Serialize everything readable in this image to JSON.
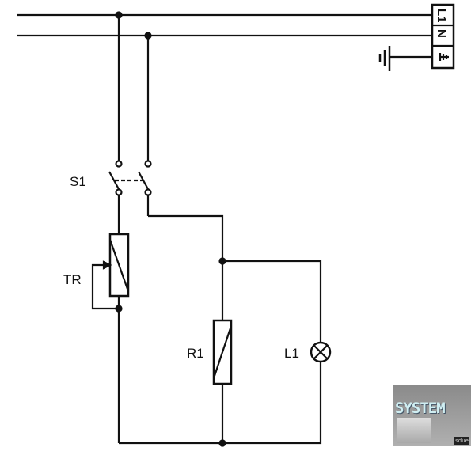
{
  "terminals": {
    "l1": "L1",
    "n": "N",
    "earth_icon": "earth-ground-icon"
  },
  "labels": {
    "switch": "S1",
    "thermostat": "TR",
    "resistor": "R1",
    "lamp": "L1"
  },
  "logo": {
    "text": "SYSTEM",
    "small": "sdue"
  }
}
